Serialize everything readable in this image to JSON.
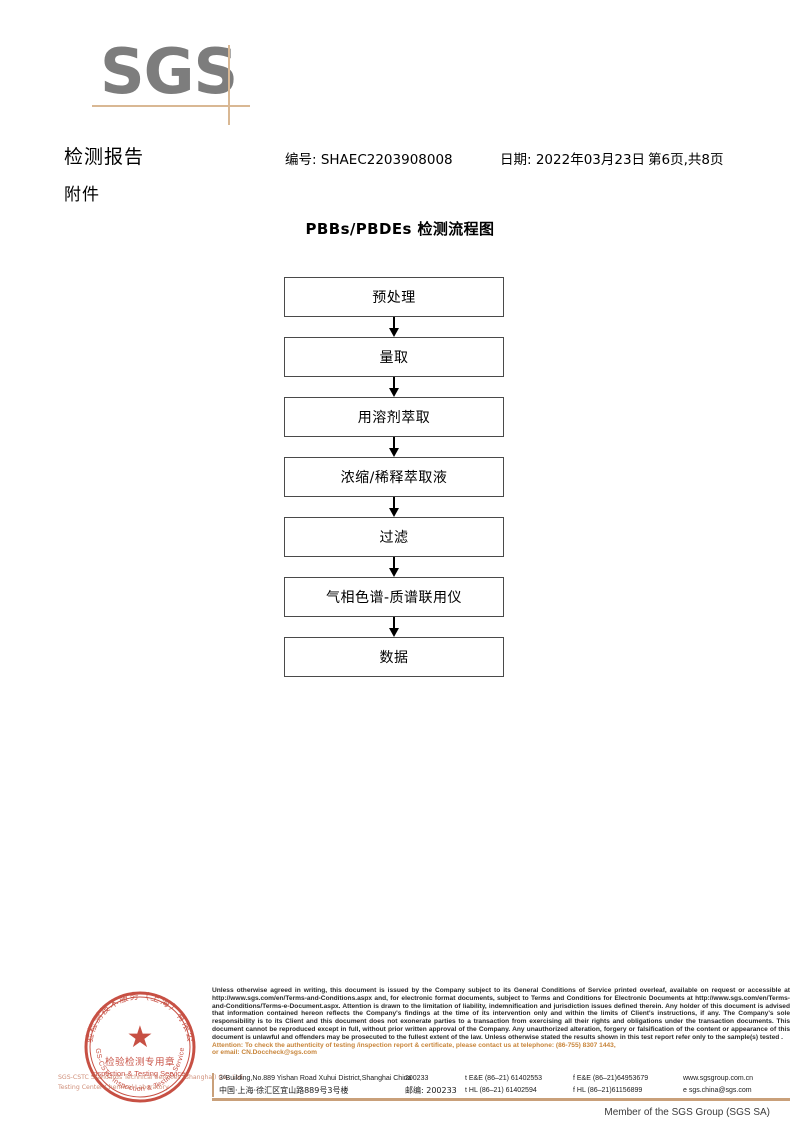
{
  "logo": {
    "text": "SGS",
    "accent_color": "#d9b894",
    "mark_color": "#7d7d7d"
  },
  "header": {
    "title": "检测报告",
    "attachment_label": "附件",
    "report_no": "编号: SHAEC2203908008",
    "date": "日期: 2022年03月23日",
    "page": "第6页,共8页"
  },
  "flowchart": {
    "title": "PBBs/PBDEs 检测流程图",
    "steps": [
      {
        "label": "预处理"
      },
      {
        "label": "量取"
      },
      {
        "label": "用溶剂萃取"
      },
      {
        "label": "浓缩/稀释萃取液"
      },
      {
        "label": "过滤"
      },
      {
        "label": "气相色谱-质谱联用仪"
      },
      {
        "label": "数据"
      }
    ]
  },
  "seal": {
    "ring_top_text": "检验检测技术服务（上海）有限公司",
    "center_line1": "检验检测专用章",
    "center_line2": "Inspection & Testing Services",
    "star": "★",
    "color": "#c0392b",
    "under_line1": "SGS-CSTC Standards Technical Services (Shanghai) Co., Ltd.",
    "under_line2": "Testing Center-Chemical Laboratory."
  },
  "footer": {
    "legal_paragraph": "Unless otherwise agreed in writing, this document is issued by the Company subject to its General Conditions of Service printed overleaf, available on request or accessible at http://www.sgs.com/en/Terms-and-Conditions.aspx and, for electronic format documents, subject to Terms and Conditions for Electronic Documents at http://www.sgs.com/en/Terms-and-Conditions/Terms-e-Document.aspx. Attention is drawn to the limitation of liability, indemnification and jurisdiction issues defined therein. Any holder of this document is advised that information contained hereon reflects the Company's findings at the time of its intervention only and within the limits of Client's instructions, if any. The Company's sole responsibility is to its Client and this document does not exonerate parties to a transaction from exercising all their rights and obligations under the transaction documents. This document cannot be reproduced except in full, without prior written approval of the Company. Any unauthorized alteration, forgery or falsification of the content or appearance of this document is unlawful and offenders may be prosecuted to the fullest extent of the law. Unless otherwise stated the results shown in this test report refer only to the sample(s) tested .",
    "attention_line1": "Attention: To check the authenticity of testing /inspection report & certificate, please contact us at telephone: (86-755) 8307 1443,",
    "attention_line2": "or email: CN.Doccheck@sgs.com",
    "attention_color": "#c8853a",
    "address_en": "3ᵈBuilding,No.889 Yishan Road Xuhui District,Shanghai China",
    "postcode_en": "200233",
    "address_cn": "中国·上海·徐汇区宜山路889号3号楼",
    "postcode_cn": "邮编: 200233",
    "tel_ee": "t E&E (86–21) 61402553",
    "fax_ee": "f E&E (86–21)64953679",
    "tel_hl": "t HL (86–21) 61402594",
    "fax_hl": "f HL (86–21)61156899",
    "website": "www.sgsgroup.com.cn",
    "email": "e  sgs.china@sgs.com",
    "member_line": "Member of the SGS Group (SGS SA)",
    "rule_color": "#c9a07a"
  }
}
